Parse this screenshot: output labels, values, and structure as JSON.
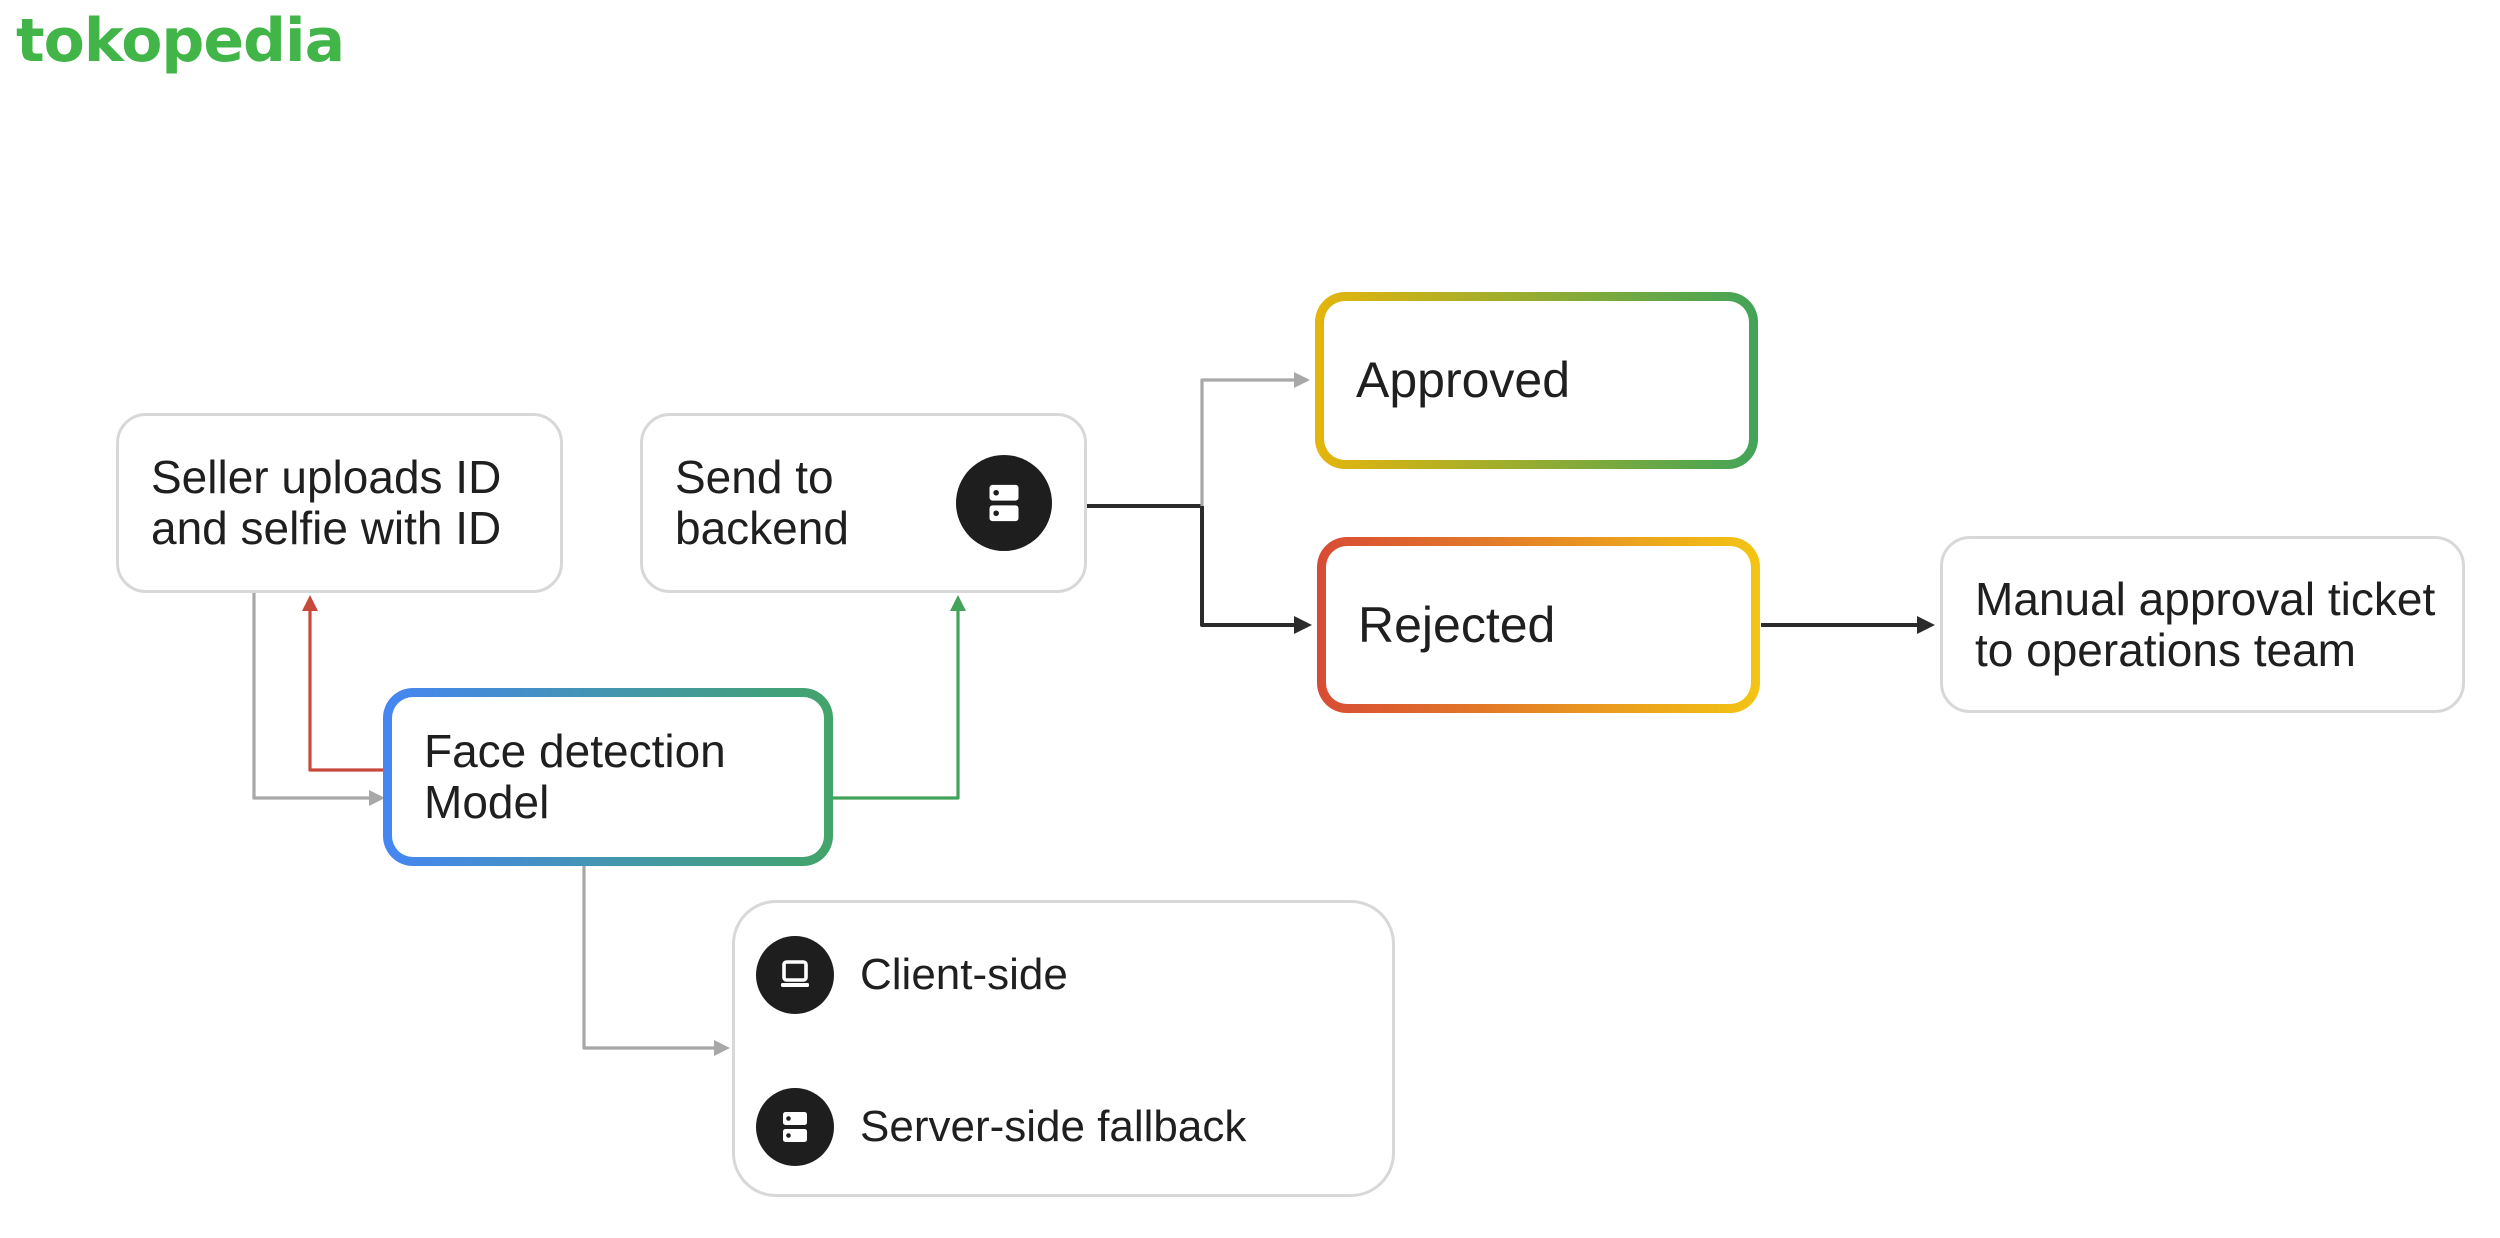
{
  "logo": {
    "text": "tokopedia",
    "color": "#42b549"
  },
  "nodes": {
    "seller_upload": {
      "label": "Seller uploads ID\nand selfie with ID"
    },
    "send_backend": {
      "label": "Send to\nbackend",
      "icon": "server-icon"
    },
    "face_detection": {
      "label": "Face detection\nModel",
      "gradient_from": "#4586f3",
      "gradient_to": "#43a46a"
    },
    "approved": {
      "label": "Approved",
      "gradient_from": "#e5b50c",
      "gradient_to": "#42a458"
    },
    "rejected": {
      "label": "Rejected",
      "gradient_from": "#d84b35",
      "gradient_to": "#f3c514"
    },
    "manual_ticket": {
      "label": "Manual approval ticket\nto operations team"
    }
  },
  "legend": {
    "items": [
      {
        "icon": "laptop-icon",
        "label": "Client-side"
      },
      {
        "icon": "server-icon",
        "label": "Server-side fallback"
      }
    ]
  },
  "connectors": {
    "colors": {
      "gray": "#a8a8a8",
      "red": "#c8493c",
      "green": "#43a35b",
      "black": "#2b2b2b"
    },
    "edges": [
      {
        "from": "seller_upload",
        "to": "face_detection",
        "color": "gray"
      },
      {
        "from": "face_detection",
        "to": "seller_upload",
        "color": "red"
      },
      {
        "from": "face_detection",
        "to": "send_backend",
        "color": "green"
      },
      {
        "from": "send_backend",
        "to": "approved",
        "color": "gray"
      },
      {
        "from": "send_backend",
        "to": "rejected",
        "color": "black"
      },
      {
        "from": "rejected",
        "to": "manual_ticket",
        "color": "black"
      },
      {
        "from": "face_detection",
        "to": "legend",
        "color": "gray"
      }
    ]
  }
}
